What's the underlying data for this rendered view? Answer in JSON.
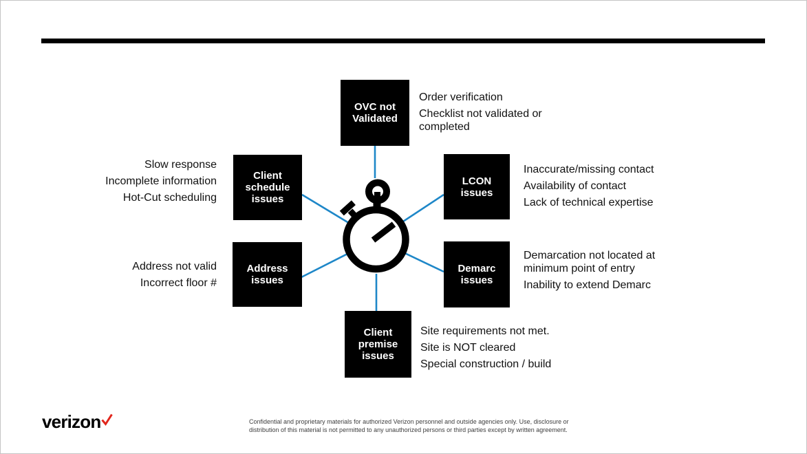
{
  "colors": {
    "connector_blue": "#1E87C8",
    "node_background": "#000000",
    "node_text": "#FFFFFF",
    "verizon_check_red": "#E1251B",
    "top_bar_black": "#000000"
  },
  "nodes": {
    "ovc": {
      "label": "OVC not\nValidated"
    },
    "client_schedule": {
      "label": "Client\nschedule\nissues"
    },
    "lcon": {
      "label": "LCON\nissues"
    },
    "address": {
      "label": "Address\nissues"
    },
    "demarc": {
      "label": "Demarc\nissues"
    },
    "client_premise": {
      "label": "Client\npremise\nissues"
    }
  },
  "descriptions": {
    "ovc": {
      "items": [
        "Order verification",
        "Checklist not validated or\ncompleted"
      ]
    },
    "client_schedule": {
      "items": [
        "Slow response",
        "Incomplete information",
        "Hot-Cut scheduling"
      ]
    },
    "lcon": {
      "items": [
        "Inaccurate/missing contact",
        "Availability of contact",
        "Lack of technical expertise"
      ]
    },
    "address": {
      "items": [
        "Address not valid",
        "Incorrect floor #"
      ]
    },
    "demarc": {
      "items": [
        "Demarcation not located at\nminimum point of entry",
        "Inability to extend Demarc"
      ]
    },
    "client_premise": {
      "items": [
        "Site requirements not met.",
        "Site is NOT cleared",
        "Special construction / build"
      ]
    }
  },
  "center": {
    "icon": "stopwatch"
  },
  "footer": {
    "logo_text": "verizon",
    "confidential_note": "Confidential and proprietary materials for authorized Verizon personnel and outside agencies only. Use, disclosure or\ndistribution of this material is not permitted to any unauthorized persons or third parties except by written agreement."
  }
}
